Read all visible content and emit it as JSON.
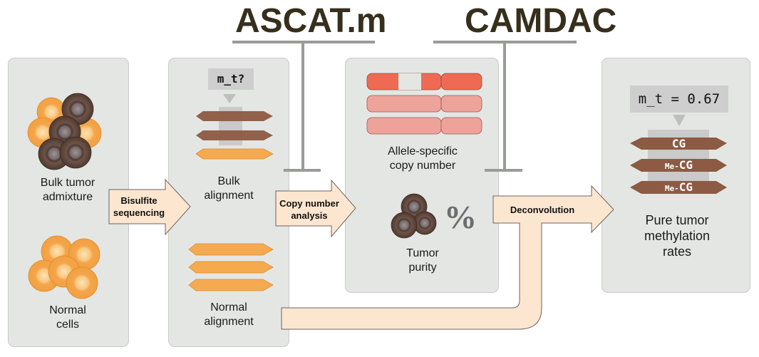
{
  "tools": [
    {
      "name": "ASCAT.m"
    },
    {
      "name": "CAMDAC"
    }
  ],
  "panels": {
    "input": {
      "bulk_label": [
        "Bulk tumor",
        "admixture"
      ],
      "normal_label": [
        "Normal",
        "cells"
      ]
    },
    "alignment": {
      "query_label": "m_t?",
      "bulk_label": [
        "Bulk",
        "alignment"
      ],
      "normal_label": [
        "Normal",
        "alignment"
      ]
    },
    "copy_number": {
      "cn_label": [
        "Allele-specific",
        "copy number"
      ],
      "purity_symbol": "%",
      "purity_label": [
        "Tumor",
        "purity"
      ]
    },
    "output": {
      "result_label": "m_t = 0.67",
      "reads": [
        "CG",
        "Me-CG",
        "Me-CG"
      ],
      "methyl_prefix": "Me-",
      "site": "CG",
      "label": [
        "Pure tumor",
        "methylation",
        "rates"
      ]
    }
  },
  "arrows": {
    "bisulfite": [
      "Bisulfite",
      "sequencing"
    ],
    "copy_number": [
      "Copy number",
      "analysis"
    ],
    "deconvolution": "Deconvolution"
  },
  "colors": {
    "panel_bg": "#e4e6e4",
    "tool_text": "#352f1c",
    "inhibit_bar": "#999b99",
    "arrow_fill": "#fde6d0",
    "tumor_cell": "#5a4137",
    "normal_cell": "#f4a54b",
    "tumor_read": "#8d5a43",
    "normal_read": "#f6aa4f",
    "cn_dark": "#ee6a52",
    "cn_light": "#eda39a"
  }
}
